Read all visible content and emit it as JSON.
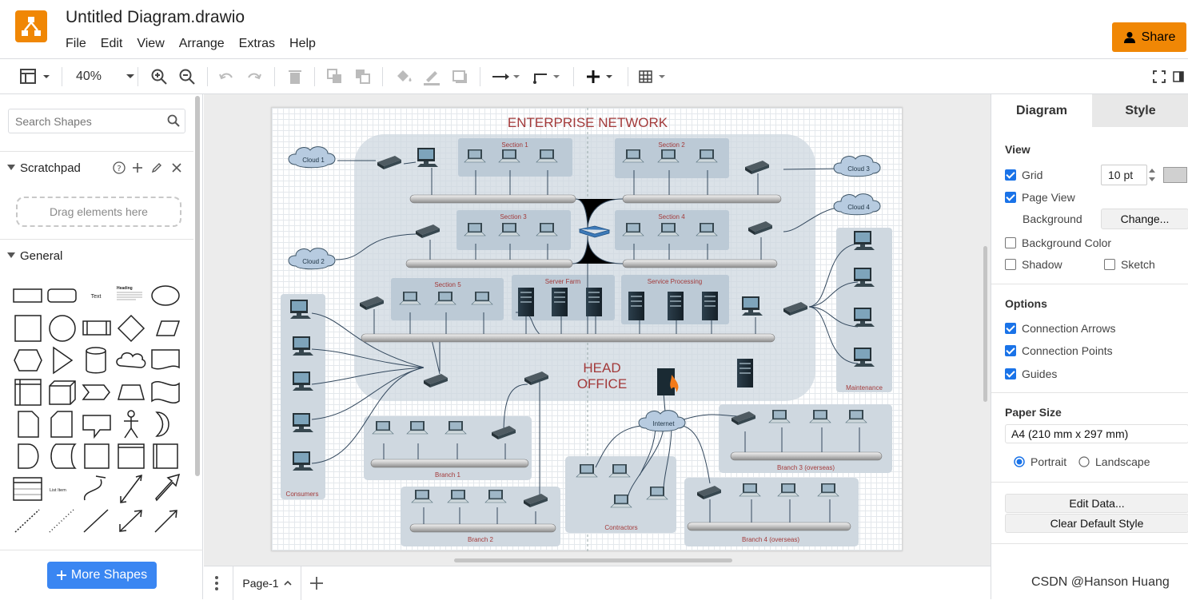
{
  "app": {
    "title": "Untitled Diagram.drawio",
    "menus": [
      "File",
      "Edit",
      "View",
      "Arrange",
      "Extras",
      "Help"
    ],
    "share_label": "Share",
    "accent_color": "#f08705",
    "button_color": "#3a86f2"
  },
  "toolbar": {
    "zoom": "40%",
    "icons": [
      "format-panel-icon",
      "zoom-in-icon",
      "zoom-out-icon",
      "undo-icon",
      "redo-icon",
      "delete-icon",
      "to-front-icon",
      "to-back-icon",
      "fill-color-icon",
      "line-color-icon",
      "shadow-icon",
      "connection-icon",
      "waypoints-icon",
      "insert-icon",
      "table-icon",
      "fullscreen-icon",
      "toggle-panel-icon"
    ]
  },
  "left_panel": {
    "search_placeholder": "Search Shapes",
    "scratchpad_label": "Scratchpad",
    "dropzone_text": "Drag elements here",
    "general_label": "General",
    "shape_text_label": "Text",
    "shape_heading_label": "Heading",
    "shape_list_item_label": "List Item",
    "more_shapes_label": "More Shapes"
  },
  "diagram": {
    "title": "ENTERPRISE NETWORK",
    "head_office": [
      "HEAD",
      "OFFICE"
    ],
    "groups": {
      "section1": "Section 1",
      "section2": "Section 2",
      "section3": "Section 3",
      "section4": "Section 4",
      "section5": "Section 5",
      "server_farm": "Server Farm",
      "service_processing": "Service Processing",
      "consumers": "Consumers",
      "maintenance": "Maintenance",
      "branch1": "Branch 1",
      "branch2": "Branch 2",
      "contractors": "Contractors",
      "branch3": "Branch 3 (overseas)",
      "branch4": "Branch 4 (overseas)"
    },
    "clouds": {
      "cloud1": "Cloud 1",
      "cloud2": "Cloud 2",
      "cloud3": "Cloud 3",
      "cloud4": "Cloud 4",
      "internet": "Internet"
    }
  },
  "pages": {
    "current": "Page-1"
  },
  "right_panel": {
    "tabs": [
      "Diagram",
      "Style"
    ],
    "view_label": "View",
    "grid_label": "Grid",
    "grid_checked": true,
    "grid_size": "10 pt",
    "page_view_label": "Page View",
    "page_view_checked": true,
    "background_label": "Background",
    "change_label": "Change...",
    "background_color_label": "Background Color",
    "shadow_label": "Shadow",
    "sketch_label": "Sketch",
    "options_label": "Options",
    "connection_arrows_label": "Connection Arrows",
    "connection_points_label": "Connection Points",
    "guides_label": "Guides",
    "paper_size_label": "Paper Size",
    "paper_size_value": "A4 (210 mm x 297 mm)",
    "portrait_label": "Portrait",
    "landscape_label": "Landscape",
    "orientation": "Portrait",
    "edit_data_label": "Edit Data...",
    "clear_style_label": "Clear Default Style"
  },
  "watermark": "CSDN @Hanson Huang"
}
